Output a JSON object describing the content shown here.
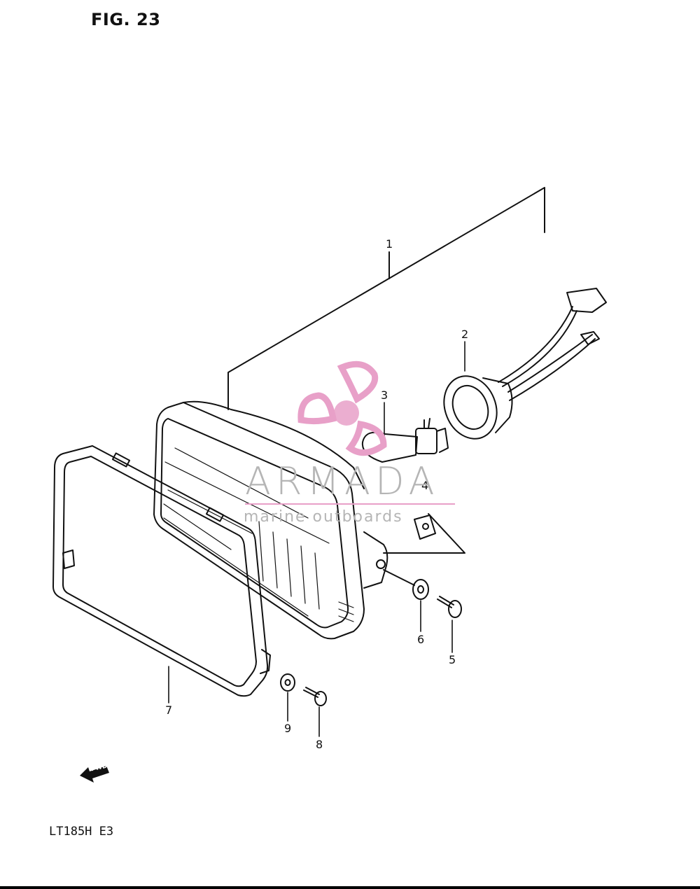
{
  "figure": {
    "title": "FIG. 23",
    "model": "LT185H E3"
  },
  "callouts": [
    {
      "id": "1",
      "label": "1"
    },
    {
      "id": "2",
      "label": "2"
    },
    {
      "id": "3",
      "label": "3"
    },
    {
      "id": "4",
      "label": "4"
    },
    {
      "id": "5",
      "label": "5"
    },
    {
      "id": "6",
      "label": "6"
    },
    {
      "id": "7",
      "label": "7"
    },
    {
      "id": "8",
      "label": "8"
    },
    {
      "id": "9",
      "label": "9"
    }
  ],
  "direction_marker": {
    "label": "FWD",
    "icon": "fwd-arrow-icon"
  },
  "watermark": {
    "word": "ARMADA",
    "subtitle": "marine outboards",
    "logo_icon": "propeller-icon",
    "color": "#e8a0c8"
  },
  "colors": {
    "line": "#111111",
    "watermark_text": "#b5b5b5",
    "watermark_logo": "#e8a0c8"
  }
}
